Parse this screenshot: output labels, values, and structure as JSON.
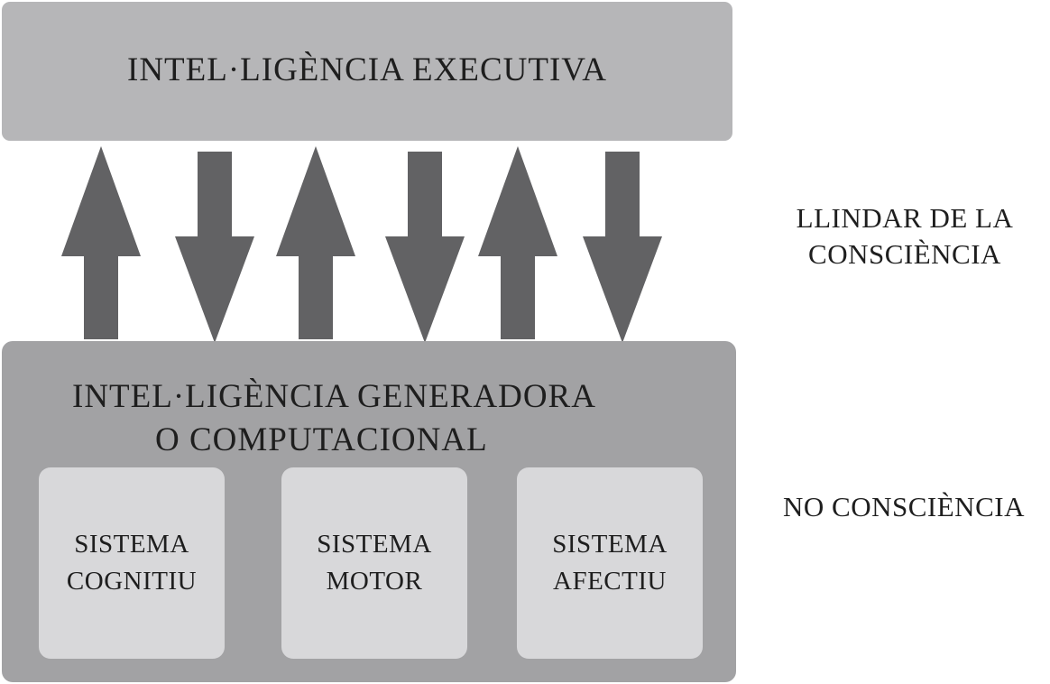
{
  "executive": {
    "title": "INTEL·LIGÈNCIA EXECUTIVA"
  },
  "arrows": [
    "up",
    "down",
    "up",
    "down",
    "up",
    "down"
  ],
  "colors": {
    "executive_box": "#b6b6b8",
    "generative_box": "#a2a2a4",
    "subsystem_box": "#d8d8da",
    "arrow": "#626264",
    "text": "#1e1e1e"
  },
  "threshold": {
    "line1": "LLINDAR DE LA",
    "line2": "CONSCIÈNCIA"
  },
  "unconscious": {
    "label": "NO CONSCIÈNCIA"
  },
  "generative": {
    "line1": "INTEL·LIGÈNCIA GENERADORA",
    "line2": "O COMPUTACIONAL",
    "systems": [
      {
        "line1": "SISTEMA",
        "line2": "COGNITIU"
      },
      {
        "line1": "SISTEMA",
        "line2": "MOTOR"
      },
      {
        "line1": "SISTEMA",
        "line2": "AFECTIU"
      }
    ]
  }
}
